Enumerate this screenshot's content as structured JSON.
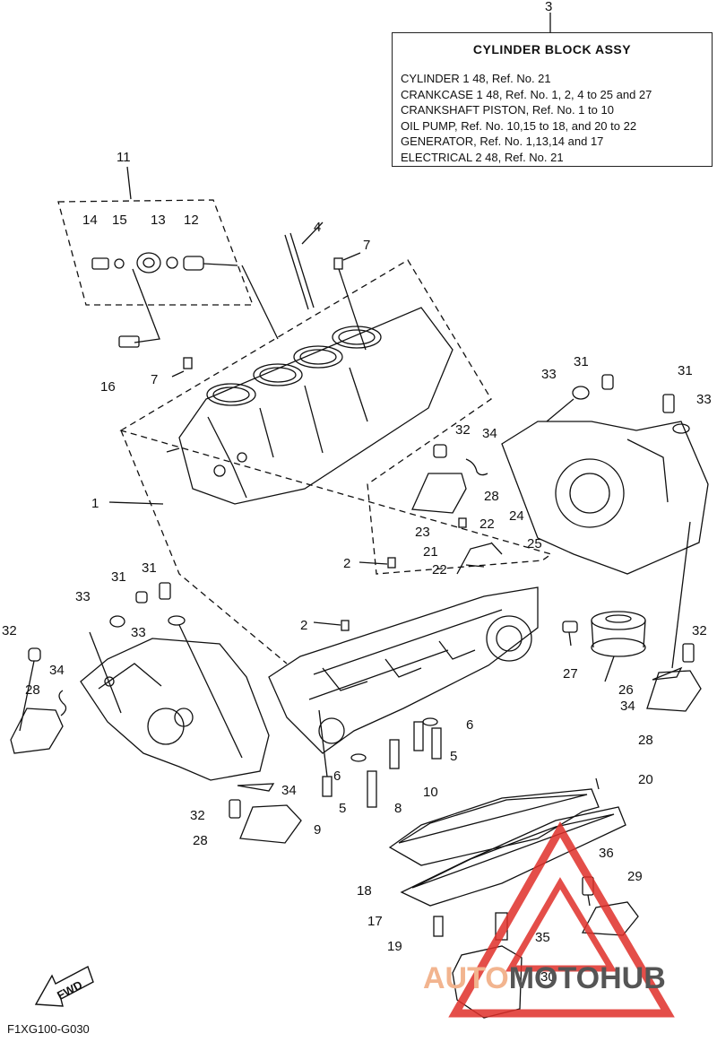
{
  "assembly_box": {
    "ref_number": "3",
    "title": "CYLINDER BLOCK ASSY",
    "lines": [
      "CYLINDER 1 48,  Ref. No. 21",
      "CRANKCASE 1 48, Ref. No. 1, 2, 4 to 25 and 27",
      "CRANKSHAFT PISTON,  Ref. No. 1 to 10",
      "OIL PUMP,  Ref. No. 10,15 to 18,  and 20 to 22",
      "GENERATOR,  Ref. No. 1,13,14 and 17",
      "ELECTRICAL 2 48,  Ref. No. 21"
    ]
  },
  "callouts": [
    "11",
    "14",
    "15",
    "13",
    "12",
    "4",
    "7",
    "16",
    "7",
    "1",
    "31",
    "33",
    "31",
    "33",
    "32",
    "34",
    "28",
    "23",
    "22",
    "24",
    "21",
    "25",
    "22",
    "2",
    "2",
    "31",
    "31",
    "33",
    "33",
    "32",
    "34",
    "28",
    "27",
    "26",
    "32",
    "34",
    "28",
    "6",
    "5",
    "6",
    "5",
    "8",
    "10",
    "9",
    "32",
    "34",
    "28",
    "20",
    "18",
    "17",
    "19",
    "36",
    "29",
    "35",
    "30"
  ],
  "fwd_label": "FWD",
  "diagram_code": "F1XG100-G030",
  "watermark": {
    "part1": "AUTO",
    "part2": "MOTO",
    "part3": "HUB"
  },
  "colors": {
    "ink": "#111111",
    "watermark_red": "#e0302a",
    "watermark_light": "#f2b48f",
    "watermark_dark": "#555555"
  }
}
